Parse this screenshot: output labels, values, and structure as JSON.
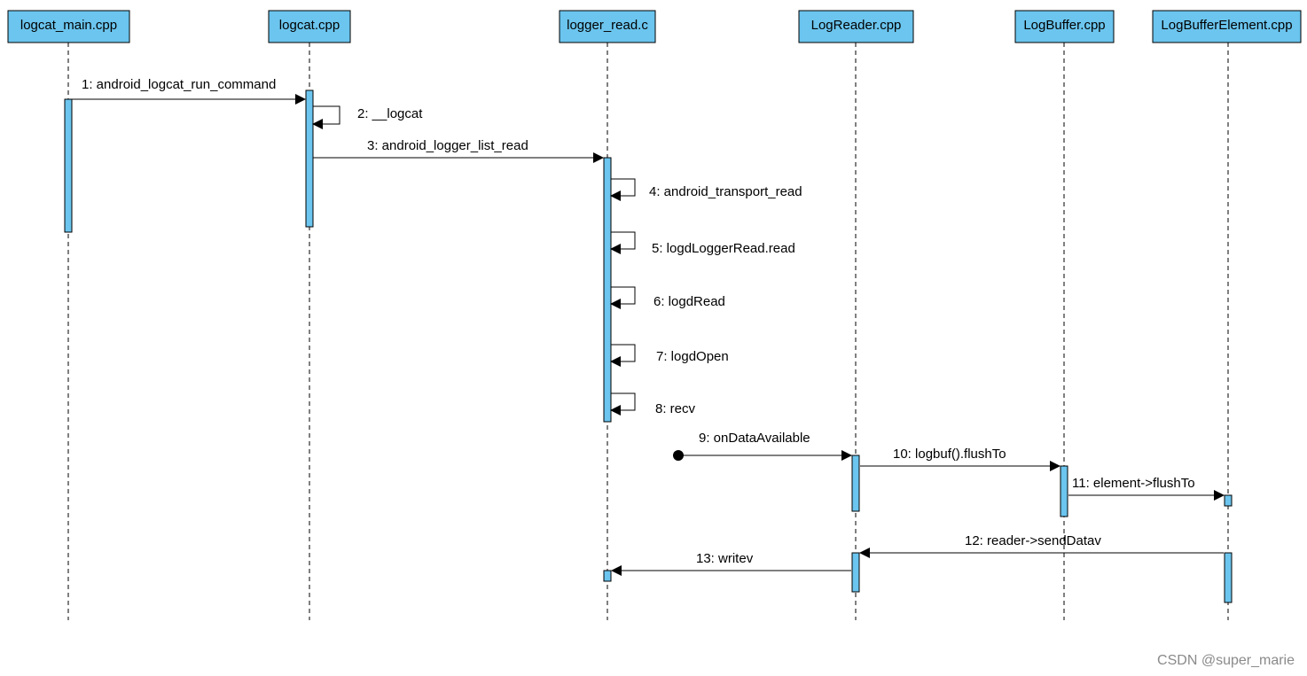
{
  "participants": [
    {
      "id": "main",
      "label": "logcat_main.cpp"
    },
    {
      "id": "logcat",
      "label": "logcat.cpp"
    },
    {
      "id": "reader",
      "label": "logger_read.c"
    },
    {
      "id": "logreader",
      "label": "LogReader.cpp"
    },
    {
      "id": "logbuffer",
      "label": "LogBuffer.cpp"
    },
    {
      "id": "element",
      "label": "LogBufferElement.cpp"
    }
  ],
  "messages": [
    {
      "label": "1: android_logcat_run_command",
      "from": "main",
      "to": "logcat"
    },
    {
      "label": "2: __logcat",
      "from": "logcat",
      "to": "logcat",
      "self": true
    },
    {
      "label": "3: android_logger_list_read",
      "from": "logcat",
      "to": "reader"
    },
    {
      "label": "4: android_transport_read",
      "from": "reader",
      "to": "reader",
      "self": true
    },
    {
      "label": "5: logdLoggerRead.read",
      "from": "reader",
      "to": "reader",
      "self": true
    },
    {
      "label": "6: logdRead",
      "from": "reader",
      "to": "reader",
      "self": true
    },
    {
      "label": "7: logdOpen",
      "from": "reader",
      "to": "reader",
      "self": true
    },
    {
      "label": "8: recv",
      "from": "reader",
      "to": "reader",
      "self": true
    },
    {
      "label": "9: onDataAvailable",
      "from": "found",
      "to": "logreader"
    },
    {
      "label": "10: logbuf().flushTo",
      "from": "logreader",
      "to": "logbuffer"
    },
    {
      "label": "11: element->flushTo",
      "from": "logbuffer",
      "to": "element"
    },
    {
      "label": "12: reader->sendDatav",
      "from": "element",
      "to": "logreader"
    },
    {
      "label": "13: writev",
      "from": "logreader",
      "to": "reader"
    }
  ],
  "watermark": "CSDN @super_marie",
  "colors": {
    "fill": "#6bc5ee",
    "line": "#000000",
    "watermark": "#8a8a8a"
  }
}
